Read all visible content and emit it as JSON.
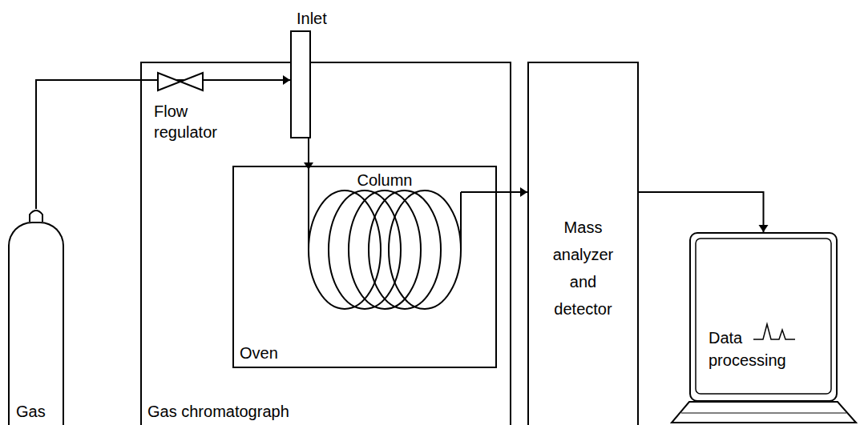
{
  "diagram": {
    "nodes": [
      {
        "text": [
          "Gas"
        ]
      },
      {
        "text": [
          "Gas chromatograph"
        ]
      },
      {
        "text": [
          "Inlet"
        ],
        "in": 1
      },
      {
        "text": [
          "Oven"
        ],
        "in": 1
      },
      {
        "text": [
          "Column"
        ],
        "in": 3
      },
      {
        "text": [
          "Mass analyzer and detector"
        ]
      },
      {
        "text": [
          "Data processing"
        ]
      }
    ],
    "edges": [
      {
        "from": 0,
        "to": 2,
        "arrow": "to"
      },
      {
        "from": 2,
        "to": 4,
        "arrow": "to"
      },
      {
        "from": 4,
        "to": 5,
        "arrow": "to"
      },
      {
        "from": 5,
        "to": 6,
        "arrow": "to"
      }
    ],
    "labels": [
      "Flow regulator"
    ]
  }
}
